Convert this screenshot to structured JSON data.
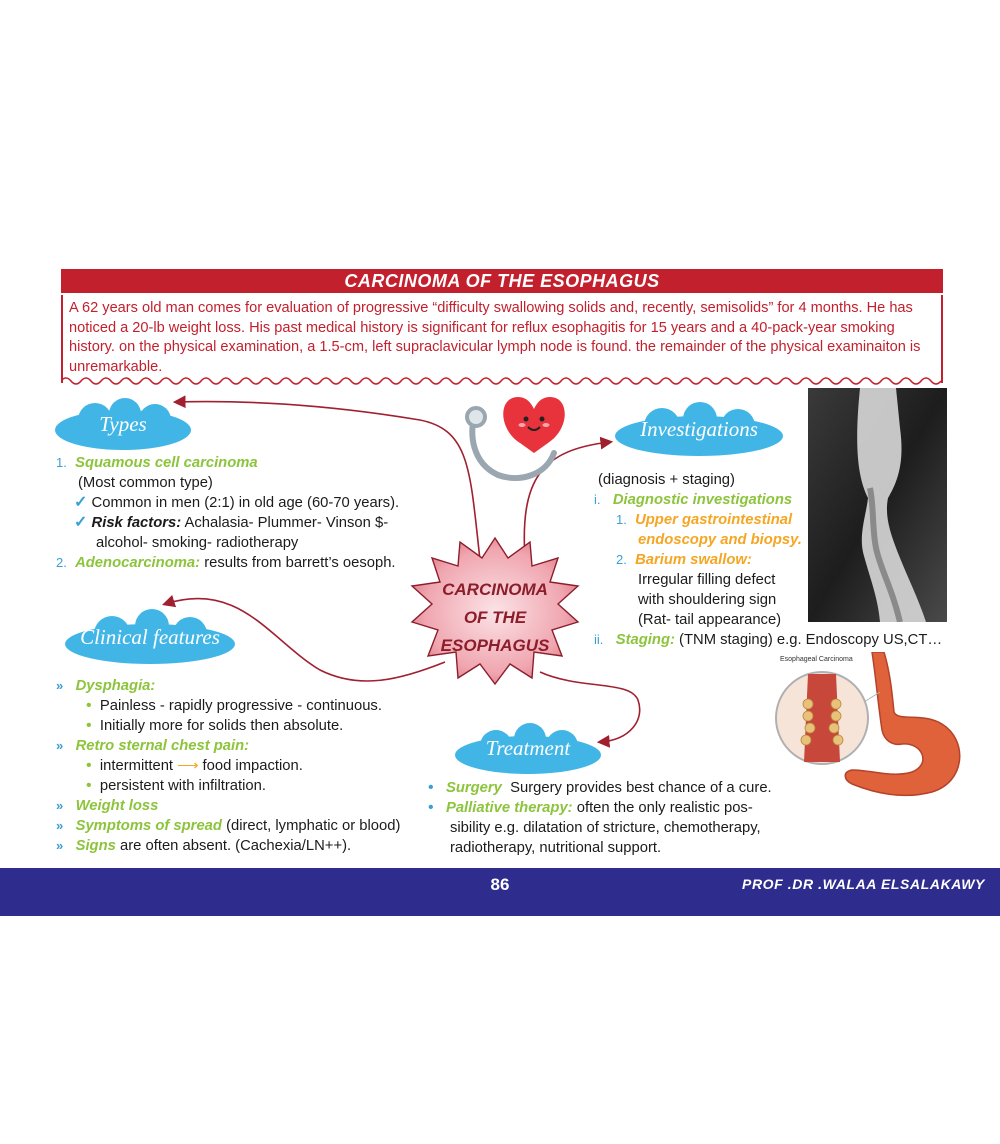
{
  "title": "CARCINOMA OF THE ESOPHAGUS",
  "case": "A 62 years old man comes for evaluation of progressive “difficulty swallowing solids and, recently, semisolids” for 4 months. He has noticed a 20-lb weight loss. His past medical history is significant for reflux esophagitis for 15 years and a 40-pack-year smoking history. on the physical examination, a 1.5-cm, left supraclavicular lymph node is found. the remainder of the physical examinaiton is unremarkable.",
  "center": {
    "line1": "CARCINOMA",
    "line2": "OF THE",
    "line3": "ESOPHAGUS"
  },
  "types": {
    "heading": "Types",
    "item1_num": "1.",
    "item1_title": "Squamous cell carcinoma",
    "item1_sub": "(Most common type)",
    "check1": "Common in men (2:1) in old age (60-70 years).",
    "check2_label": "Risk factors:",
    "check2_text": "Achalasia- Plummer- Vinson $-",
    "check2_cont": "alcohol- smoking- radiotherapy",
    "item2_num": "2.",
    "item2_title": "Adenocarcinoma:",
    "item2_text": "results from barrett’s oesoph."
  },
  "clinical": {
    "heading": "Clinical features",
    "dysphagia": "Dysphagia:",
    "dys1": "Painless - rapidly progressive - continuous.",
    "dys2": "Initially more for solids then absolute.",
    "retro": "Retro sternal chest pain:",
    "retro1a": "intermittent",
    "retro1b": "food impaction.",
    "retro2": "persistent with infiltration.",
    "weight": "Weight loss",
    "spread_label": "Symptoms of spread",
    "spread_text": "(direct, lymphatic or blood)",
    "signs_label": "Signs",
    "signs_text": "are often absent. (Cachexia/LN++)."
  },
  "investigations": {
    "heading": "Investigations",
    "sub": "(diagnosis + staging)",
    "i_num": "i.",
    "diag": "Diagnostic investigations",
    "upper_num": "1.",
    "upper1": "Upper gastrointestinal",
    "upper2": "endoscopy and biopsy.",
    "barium_num": "2.",
    "barium": "Barium swallow:",
    "b1": "Irregular filling defect",
    "b2": "with shouldering sign",
    "b3": "(Rat- tail appearance)",
    "ii_num": "ii.",
    "staging": "Staging:",
    "staging_text": "(TNM staging) e.g. Endoscopy US,CT…"
  },
  "treatment": {
    "heading": "Treatment",
    "surgery": "Surgery",
    "surgery_text": "Surgery provides best chance of a cure.",
    "palliative": "Palliative therapy:",
    "pall1": "often the only realistic pos-",
    "pall2": "sibility e.g. dilatation of stricture, chemotherapy,",
    "pall3": "radiotherapy, nutritional support."
  },
  "figure_caption": "Esophageal Carcinoma",
  "footer": {
    "page": "86",
    "author": "PROF .DR .WALAA ELSALAKAWY"
  }
}
